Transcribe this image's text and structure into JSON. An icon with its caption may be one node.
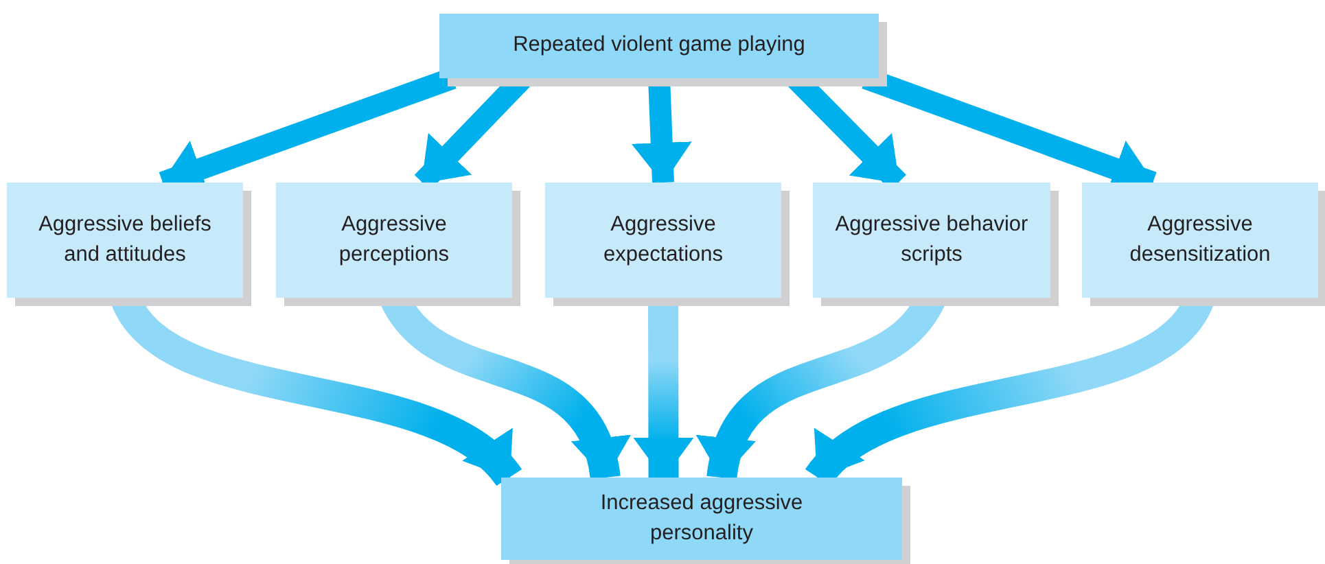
{
  "diagram": {
    "nodes": [
      {
        "text": [
          "Repeated violent game playing"
        ]
      },
      {
        "text": [
          "Aggressive beliefs and attitudes"
        ]
      },
      {
        "text": [
          "Aggressive perceptions"
        ]
      },
      {
        "text": [
          "Aggressive expectations"
        ]
      },
      {
        "text": [
          "Aggressive behavior scripts"
        ]
      },
      {
        "text": [
          "Aggressive desensitization"
        ]
      },
      {
        "text": [
          "Increased aggressive personality"
        ]
      }
    ],
    "edges": [
      {
        "from": 0,
        "to": 1,
        "arrow": "to"
      },
      {
        "from": 0,
        "to": 2,
        "arrow": "to"
      },
      {
        "from": 0,
        "to": 3,
        "arrow": "to"
      },
      {
        "from": 0,
        "to": 4,
        "arrow": "to"
      },
      {
        "from": 0,
        "to": 5,
        "arrow": "to"
      },
      {
        "from": 1,
        "to": 6,
        "arrow": "to"
      },
      {
        "from": 2,
        "to": 6,
        "arrow": "to"
      },
      {
        "from": 3,
        "to": 6,
        "arrow": "to"
      },
      {
        "from": 4,
        "to": 6,
        "arrow": "to"
      },
      {
        "from": 5,
        "to": 6,
        "arrow": "to"
      }
    ]
  }
}
